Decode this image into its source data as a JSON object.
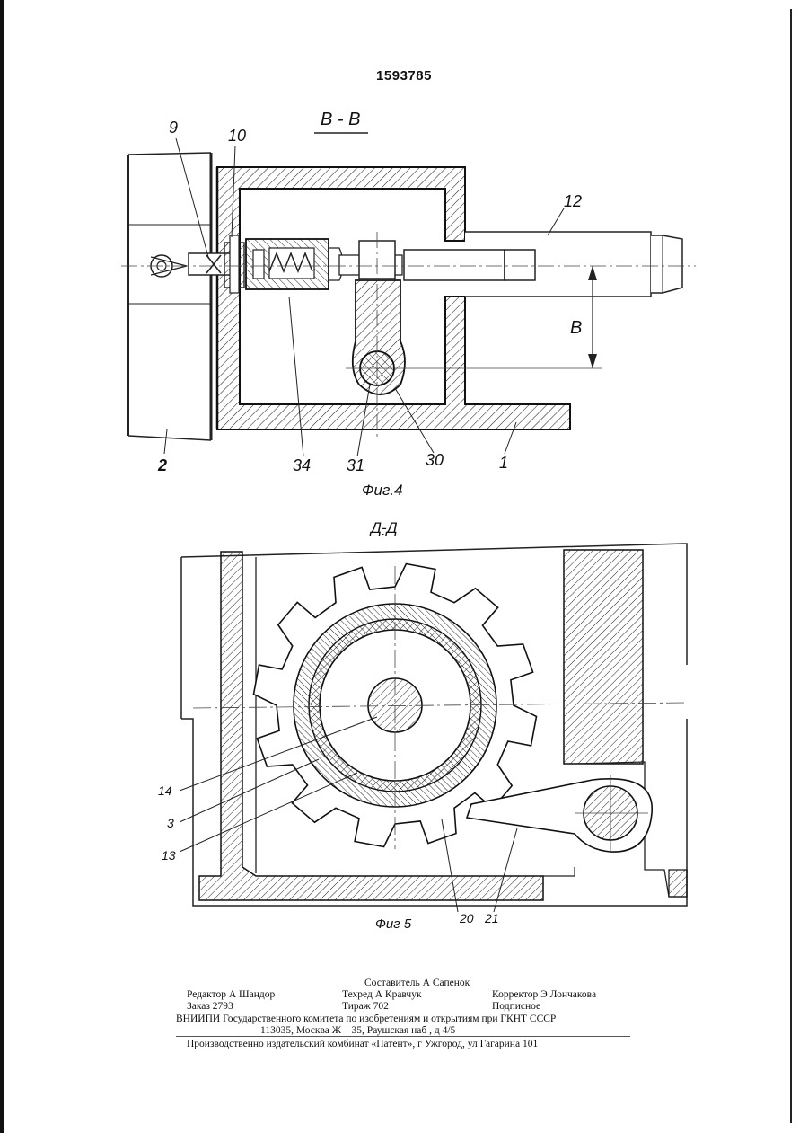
{
  "document": {
    "patent_number": "1593785"
  },
  "figure4": {
    "section_label": "В - В",
    "caption": "Фиг.4",
    "dimension_label": "В",
    "callouts": {
      "c9": "9",
      "c10": "10",
      "c12": "12",
      "c2": "2",
      "c34": "34",
      "c31": "31",
      "c30": "30",
      "c1": "1"
    }
  },
  "figure5": {
    "section_label": "Д-Д",
    "caption": "Фиг 5",
    "callouts": {
      "c14": "14",
      "c3": "3",
      "c13": "13",
      "c20": "20",
      "c21": "21"
    }
  },
  "imprint": {
    "compiler": "Составитель А  Сапенок",
    "editor": "Редактор А  Шандор",
    "tech_editor": "Техред А  Кравчук",
    "corrector": "Корректор Э  Лончакова",
    "order": "Заказ 2793",
    "circulation": "Тираж 702",
    "subscription": "Подписное",
    "institute": "ВНИИПИ Государственного комитета по изобретениям и открытиям при ГКНТ СССР",
    "address": "113035,  Москва  Ж—35,  Раушская  наб ,  д  4/5",
    "publisher": "Производственно издательский комбинат «Патент»,  г  Ужгород, ул  Гагарина  101"
  }
}
